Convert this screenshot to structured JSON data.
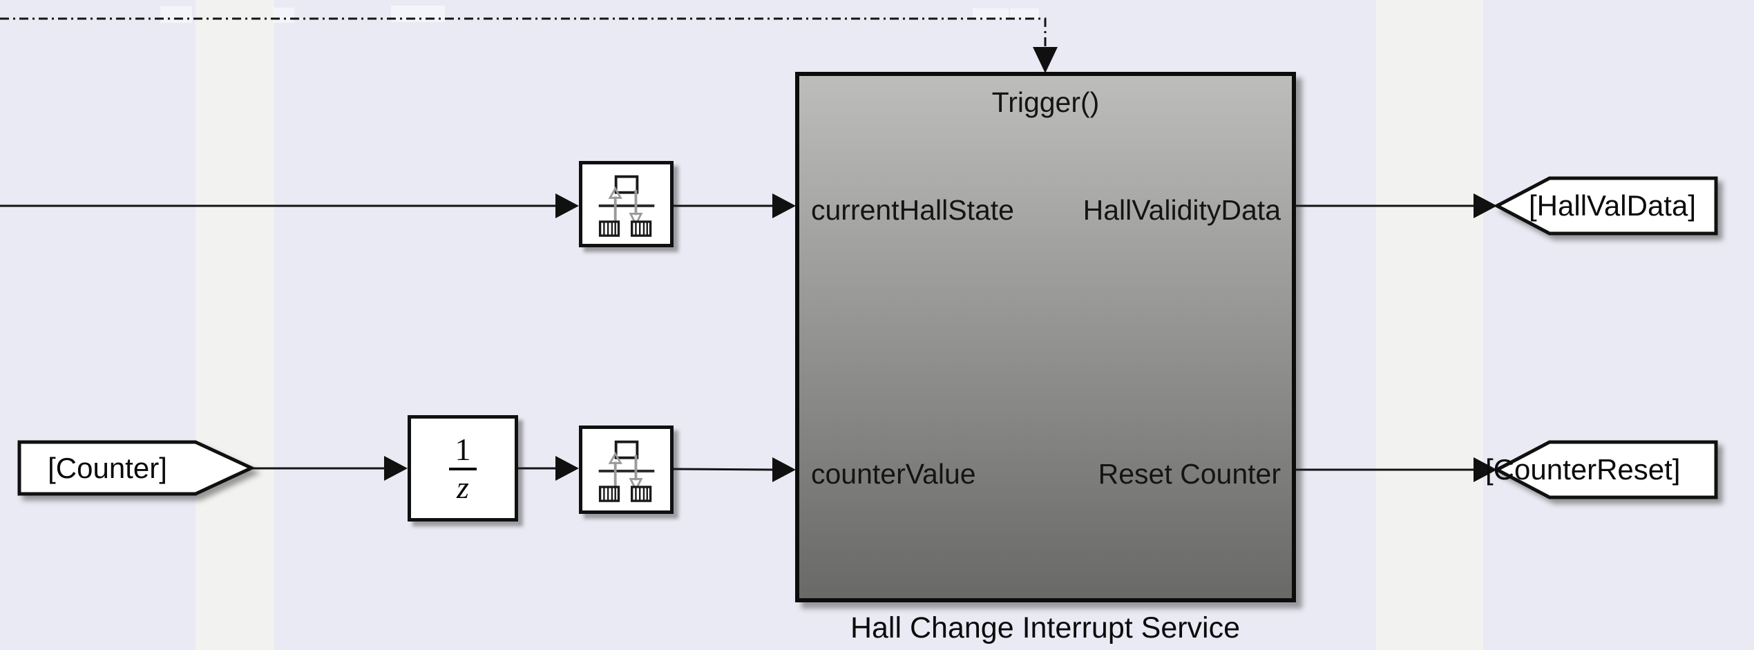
{
  "colors": {
    "background": "#e9eaf3",
    "stripe": "#f2f2f0",
    "subsystem_fill_top": "#bdbdbb",
    "subsystem_fill_bottom": "#696967",
    "block_face": "#ffffff",
    "line": "#141414"
  },
  "subsystem": {
    "trigger_port": "Trigger()",
    "input_ports": [
      "currentHallState",
      "counterValue"
    ],
    "output_ports": [
      "HallValidityData",
      "Reset Counter"
    ],
    "name": "Hall Change Interrupt Service"
  },
  "unit_delay": {
    "numerator": "1",
    "denominator": "z"
  },
  "from_tag": {
    "label": "[Counter]"
  },
  "goto_tags": [
    {
      "label": "[HallValData]"
    },
    {
      "label": "[CounterReset]"
    }
  ]
}
